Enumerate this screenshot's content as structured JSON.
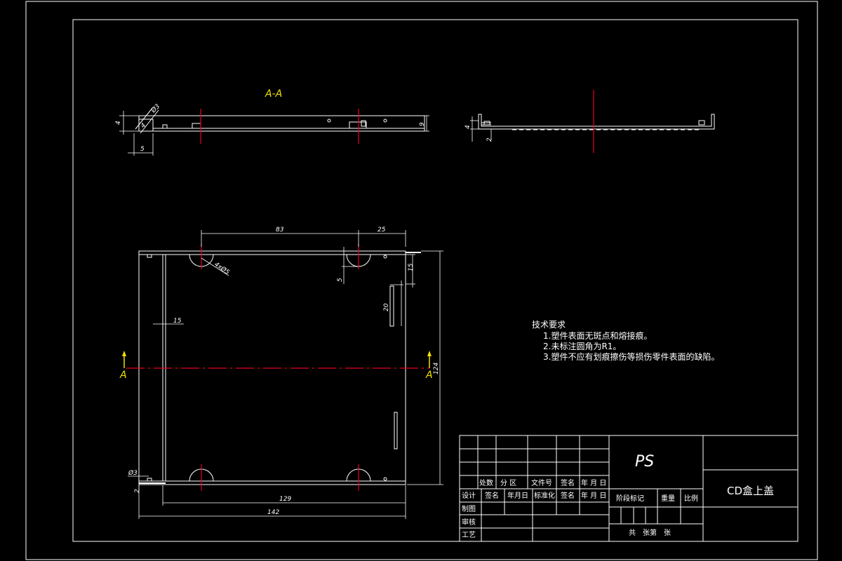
{
  "section": {
    "label": "A-A",
    "arrow_label": "A"
  },
  "dimensions": {
    "phi3_top": "Ø3",
    "d4_left": "4",
    "d5_bottom": "5",
    "d9_right": "9",
    "d4_side": "4",
    "d2_side": "2",
    "d83": "83",
    "d25": "25",
    "holes": "4xØ5",
    "d5_small": "5",
    "d15_right": "15",
    "d20": "20",
    "d15_left": "15",
    "d124": "124",
    "phi3_bottom": "Ø3",
    "d2_bottom": "2",
    "d129": "129",
    "d142": "142"
  },
  "notes": {
    "heading": "技术要求",
    "items": [
      "1.塑件表面无斑点和熔接痕。",
      "2.未标注圆角为R1。",
      "3.塑件不应有划痕擦伤等损伤零件表面的缺陷。"
    ]
  },
  "title_block": {
    "material": "PS",
    "part_name": "CD盒上盖",
    "row_headers": [
      "处数",
      "分 区",
      "文件号",
      "签名",
      "年 月 日"
    ],
    "design_row": [
      "设计",
      "签名",
      "年月日",
      "标准化",
      "签名",
      "年 月 日"
    ],
    "left_labels": [
      "制图",
      "审核",
      "工艺"
    ],
    "stage_headers": [
      "阶段标记",
      "重量",
      "比例"
    ],
    "sheet_text": "共　张第　张"
  },
  "colors": {
    "centerline": "#e8001e",
    "section_marker": "#f0e000",
    "lines": "#ffffff",
    "background": "#000000"
  }
}
